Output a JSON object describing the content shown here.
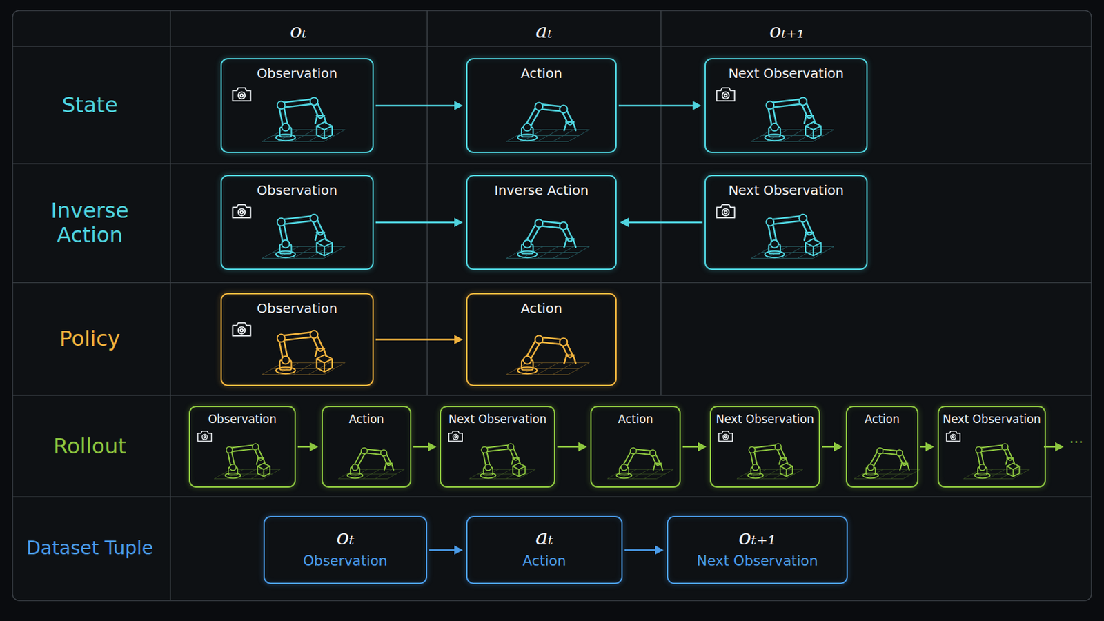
{
  "diagram": {
    "nodes": [
      {
        "text": [
          "Observation"
        ]
      },
      {
        "text": [
          "Action"
        ]
      },
      {
        "text": [
          "Next Observation"
        ]
      },
      {
        "text": [
          "Observation"
        ]
      },
      {
        "text": [
          "Inverse Action"
        ]
      },
      {
        "text": [
          "Next Observation"
        ]
      },
      {
        "text": [
          "Observation"
        ]
      },
      {
        "text": [
          "Action"
        ]
      },
      {
        "text": [
          "Observation"
        ]
      },
      {
        "text": [
          "Action"
        ]
      },
      {
        "text": [
          "Next Observation"
        ]
      },
      {
        "text": [
          "Action"
        ]
      },
      {
        "text": [
          "Next Observation"
        ]
      },
      {
        "text": [
          "Action"
        ]
      },
      {
        "text": [
          "Next Observation"
        ]
      },
      {
        "text": [
          "oₜ",
          "Observation"
        ]
      },
      {
        "text": [
          "aₜ",
          "Action"
        ]
      },
      {
        "text": [
          "oₜ₊₁",
          "Next Observation"
        ]
      }
    ],
    "edges": [
      {
        "from": 0,
        "to": 1,
        "arrow": "to"
      },
      {
        "from": 1,
        "to": 2,
        "arrow": "to"
      },
      {
        "from": 3,
        "to": 4,
        "arrow": "to"
      },
      {
        "from": 5,
        "to": 4,
        "arrow": "to"
      },
      {
        "from": 6,
        "to": 7,
        "arrow": "to"
      },
      {
        "from": 8,
        "to": 9,
        "arrow": "to"
      },
      {
        "from": 9,
        "to": 10,
        "arrow": "to"
      },
      {
        "from": 10,
        "to": 11,
        "arrow": "to"
      },
      {
        "from": 11,
        "to": 12,
        "arrow": "to"
      },
      {
        "from": 12,
        "to": 13,
        "arrow": "to"
      },
      {
        "from": 13,
        "to": 14,
        "arrow": "to"
      },
      {
        "from": 15,
        "to": 16,
        "arrow": "to"
      },
      {
        "from": 16,
        "to": 17,
        "arrow": "to"
      }
    ],
    "labels": [
      "oₜ",
      "aₜ",
      "oₜ₊₁",
      "State",
      "Inverse Action",
      "Policy",
      "Rollout",
      "Dataset Tuple",
      "···"
    ]
  }
}
